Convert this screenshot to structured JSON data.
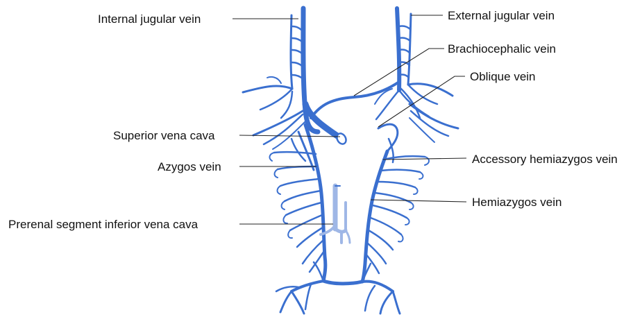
{
  "colors": {
    "vein": "#3a6fcf",
    "vein_light": "#9fb7e6",
    "leader": "#222222",
    "text": "#111111"
  },
  "labels": {
    "internal_jugular": "Internal  jugular vein",
    "external_jugular": "External  jugular vein",
    "brachiocephalic": "Brachiocephalic vein",
    "oblique": "Oblique vein",
    "superior_vena_cava": "Superior vena cava",
    "accessory_hemiazygos": "Accessory hemiazygos vein",
    "azygos": "Azygos vein",
    "hemiazygos": "Hemiazygos vein",
    "prerenal_ivc": "Prerenal segment inferior vena cava"
  }
}
